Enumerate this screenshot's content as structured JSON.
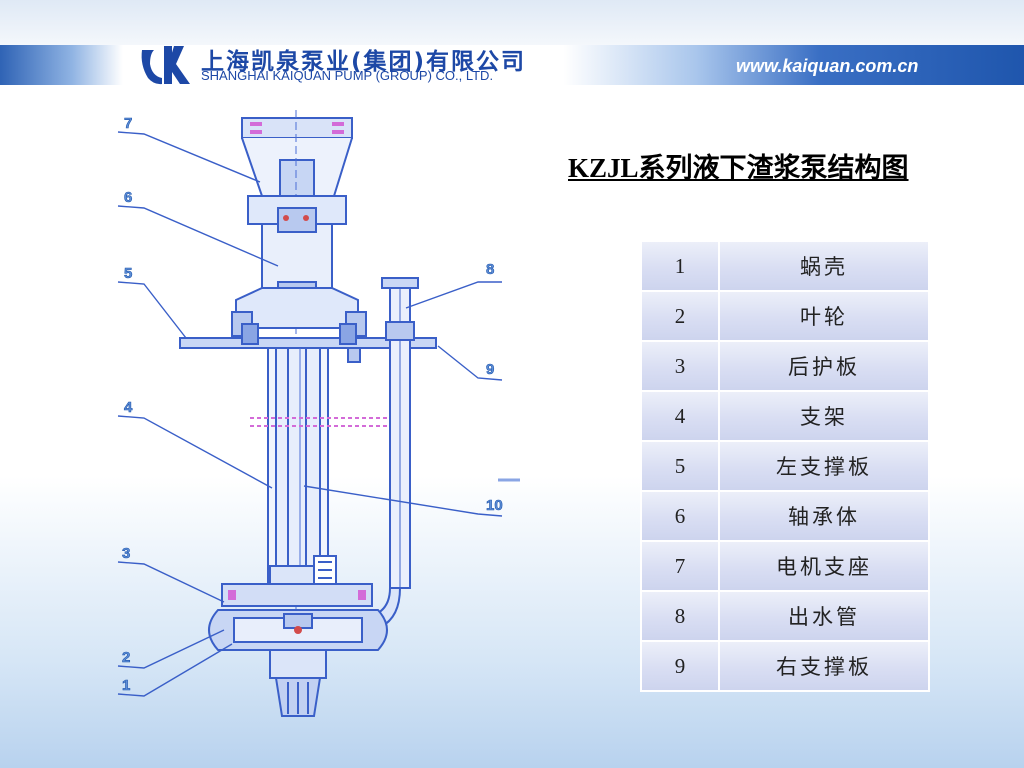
{
  "header": {
    "company_cn": "上海凯泉泵业(集团)有限公司",
    "company_en": "SHANGHAI KAIQUAN PUMP (GROUP) CO., LTD.",
    "website": "www.kaiquan.com.cn"
  },
  "diagram": {
    "title": "KZJL系列液下渣浆泵结构图",
    "callouts": [
      "7",
      "6",
      "5",
      "4",
      "3",
      "2",
      "1",
      "8",
      "9",
      "10"
    ]
  },
  "parts_table": [
    {
      "num": "1",
      "name": "蜗壳"
    },
    {
      "num": "2",
      "name": "叶轮"
    },
    {
      "num": "3",
      "name": "后护板"
    },
    {
      "num": "4",
      "name": "支架"
    },
    {
      "num": "5",
      "name": "左支撑板"
    },
    {
      "num": "6",
      "name": "轴承体"
    },
    {
      "num": "7",
      "name": "电机支座"
    },
    {
      "num": "8",
      "name": "出水管"
    },
    {
      "num": "9",
      "name": "右支撑板"
    }
  ],
  "colors": {
    "brand_blue": "#1d48a6",
    "line_blue": "#3a5fc8",
    "table_cell": "#d9def3"
  }
}
